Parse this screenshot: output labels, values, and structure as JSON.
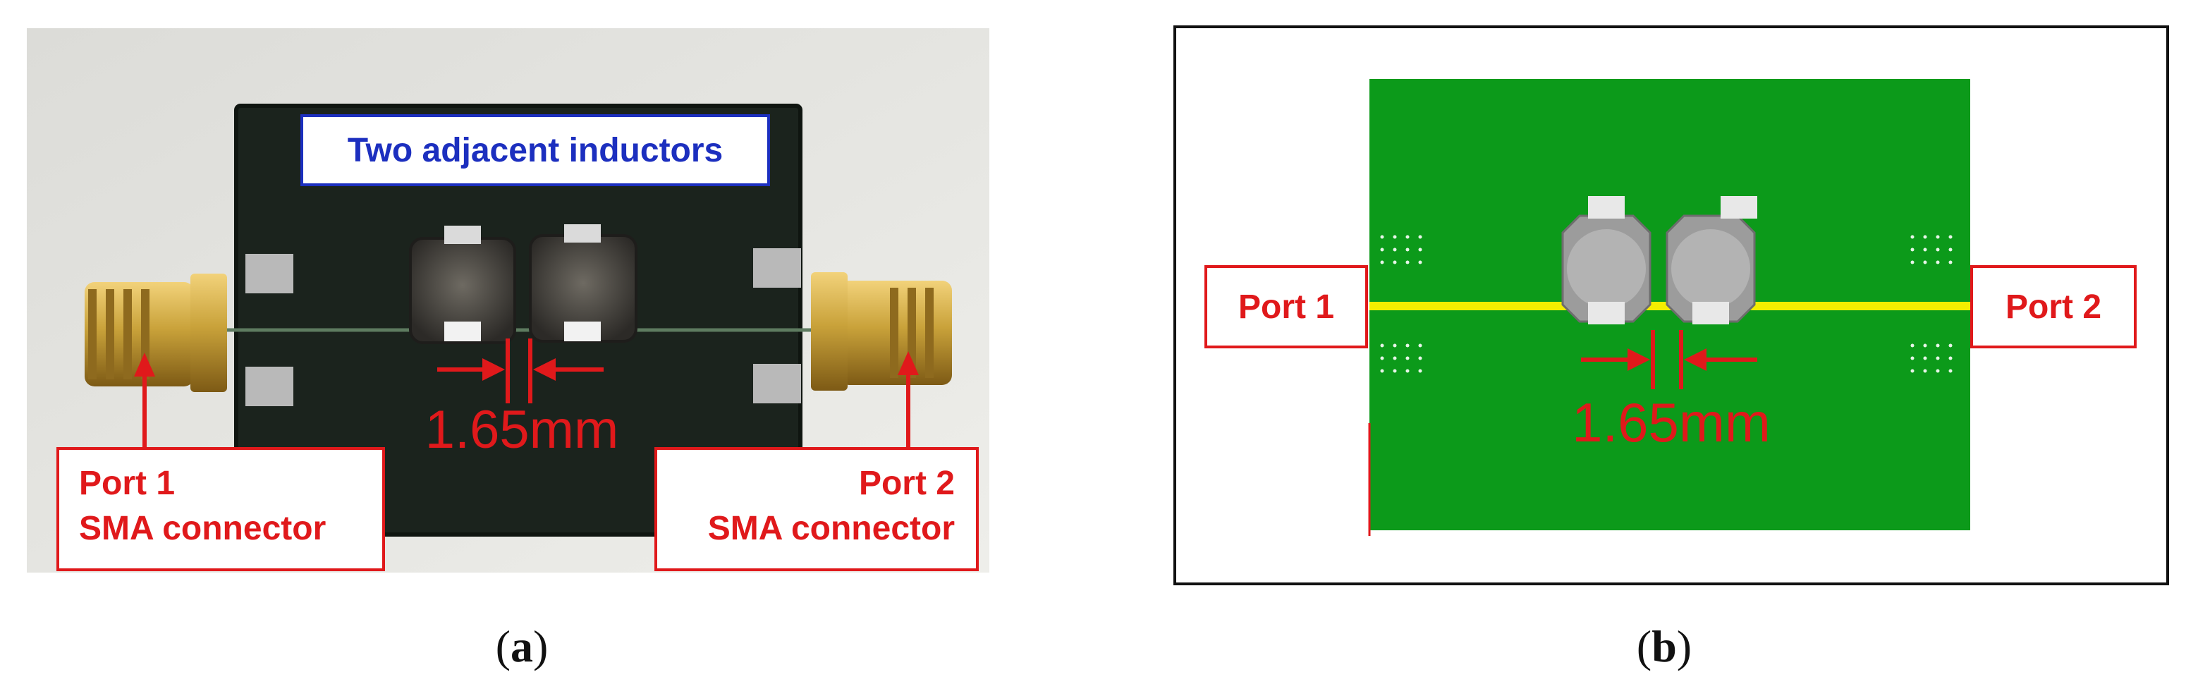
{
  "figure_a": {
    "title_box": "Two adjacent inductors",
    "dimension_label": "1.65mm",
    "port1_line1": "Port 1",
    "port1_line2": "SMA connector",
    "port2_line1": "Port 2",
    "port2_line2": "SMA connector",
    "caption_open": "(",
    "caption_letter": "a",
    "caption_close": ")"
  },
  "figure_b": {
    "port1_label": "Port 1",
    "port2_label": "Port 2",
    "dimension_label": "1.65mm",
    "caption_open": "(",
    "caption_letter": "b",
    "caption_close": ")"
  },
  "colors": {
    "annotation_red": "#e0191b",
    "title_blue": "#1c2fbf",
    "pcb_dark": "#1b231d",
    "pcb_green": "#0c9a1a",
    "trace_yellow": "#f4ee00",
    "brass": "#c9a23a"
  }
}
